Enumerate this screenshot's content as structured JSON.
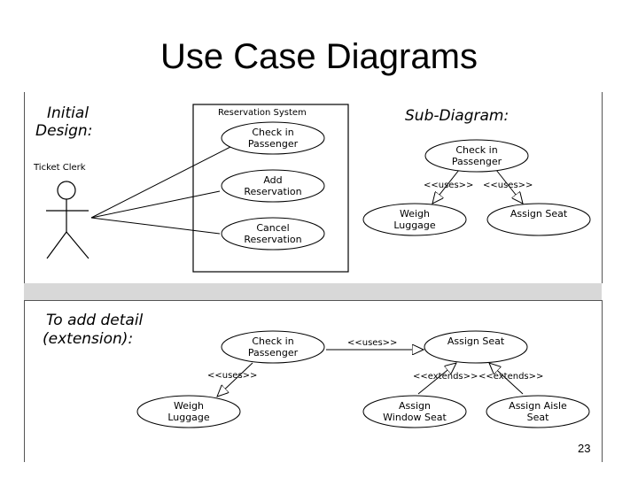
{
  "slide": {
    "title": "Use Case Diagrams",
    "page_number": "23"
  },
  "top": {
    "heading_line1": "Initial",
    "heading_line2": "Design:",
    "actor_label": "Ticket Clerk",
    "system_label": "Reservation System",
    "use_cases": [
      {
        "line1": "Check in",
        "line2": "Passenger"
      },
      {
        "line1": "Add",
        "line2": "Reservation"
      },
      {
        "line1": "Cancel",
        "line2": "Reservation"
      }
    ],
    "sub_heading": "Sub-Diagram:",
    "sub_cases": {
      "check_in": {
        "line1": "Check in",
        "line2": "Passenger"
      },
      "weigh": {
        "line1": "Weigh",
        "line2": "Luggage"
      },
      "assign_seat": {
        "line1": "Assign Seat"
      }
    },
    "sub_uses_left": "<<uses>>",
    "sub_uses_right": "<<uses>>"
  },
  "bottom": {
    "heading_line1": "To add detail",
    "heading_line2": "(extension):",
    "cases": {
      "check_in": {
        "line1": "Check in",
        "line2": "Passenger"
      },
      "assign_seat": {
        "line1": "Assign Seat"
      },
      "weigh": {
        "line1": "Weigh",
        "line2": "Luggage"
      },
      "window": {
        "line1": "Assign",
        "line2": "Window Seat"
      },
      "aisle": {
        "line1": "Assign Aisle",
        "line2": "Seat"
      }
    },
    "uses_main": "<<uses>>",
    "uses_weigh": "<<uses>>",
    "extends_left": "<<extends>>",
    "extends_right": "<<extends>>"
  }
}
